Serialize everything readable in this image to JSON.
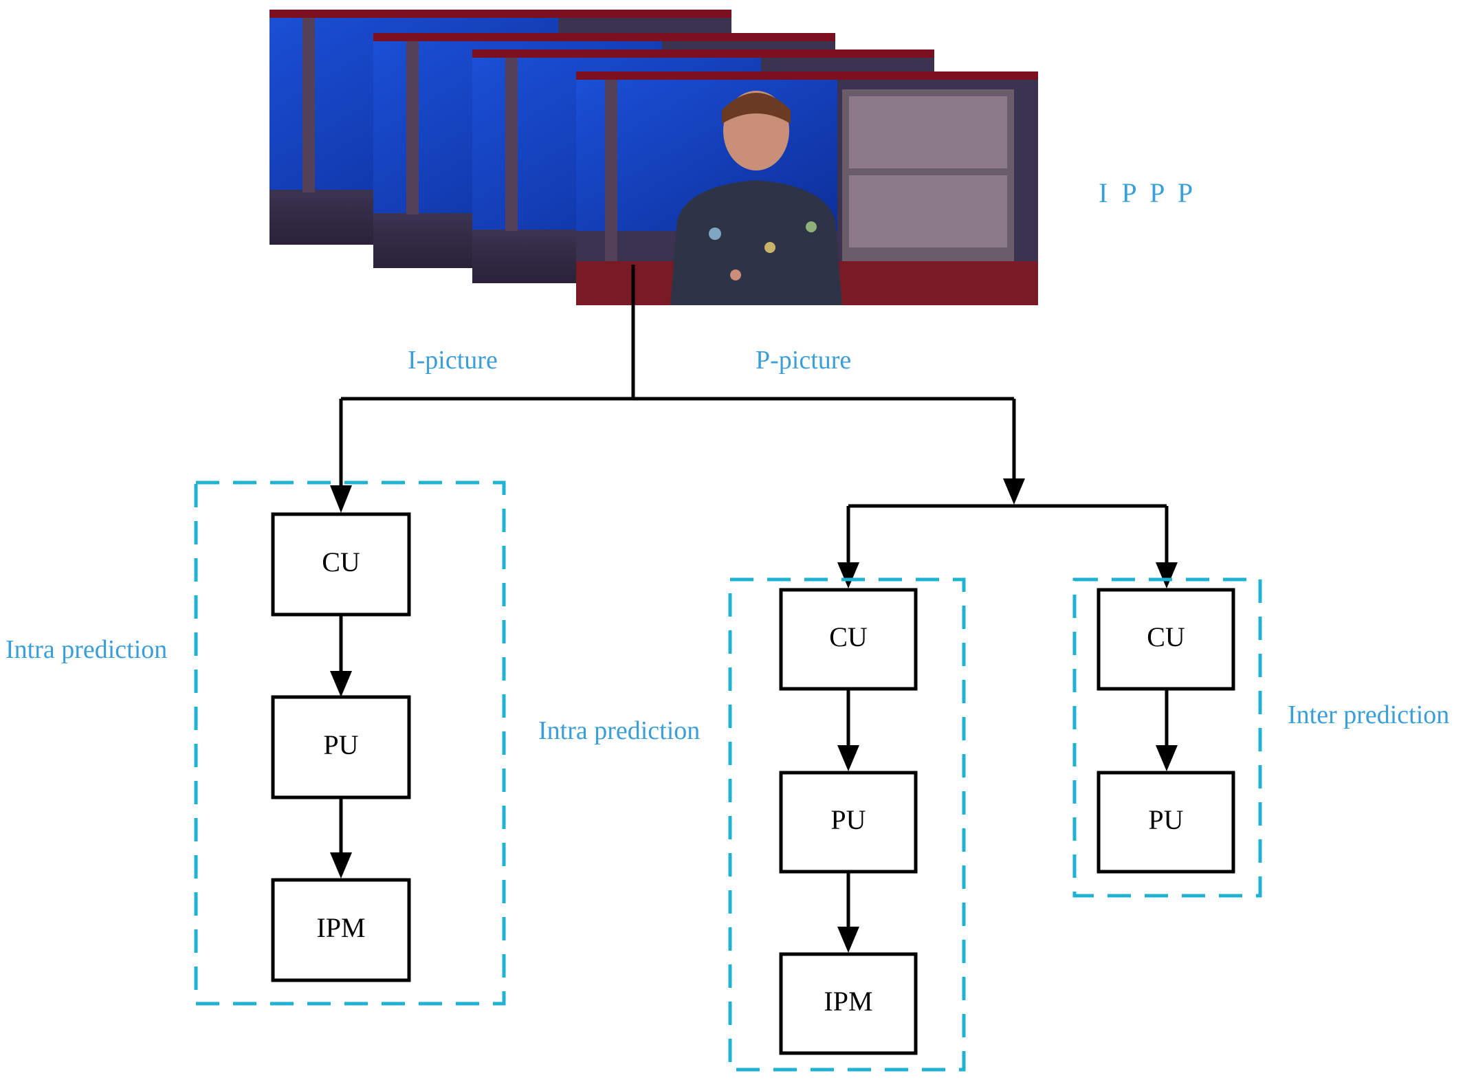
{
  "sequence_label": "I  P  P  P",
  "branch_labels": {
    "i_picture": "I-picture",
    "p_picture": "P-picture"
  },
  "groups": {
    "left": {
      "label": "Intra prediction",
      "boxes": [
        "CU",
        "PU",
        "IPM"
      ]
    },
    "middle": {
      "label": "Intra prediction",
      "boxes": [
        "CU",
        "PU",
        "IPM"
      ]
    },
    "right": {
      "label": "Inter prediction",
      "boxes": [
        "CU",
        "PU"
      ]
    }
  },
  "colors": {
    "label_text": "#3a9fd8",
    "dashed_border": "#1fb3d1",
    "flow_lines": "#000000"
  },
  "frames": {
    "count": 4,
    "content": "video frame of presenter in studio"
  }
}
